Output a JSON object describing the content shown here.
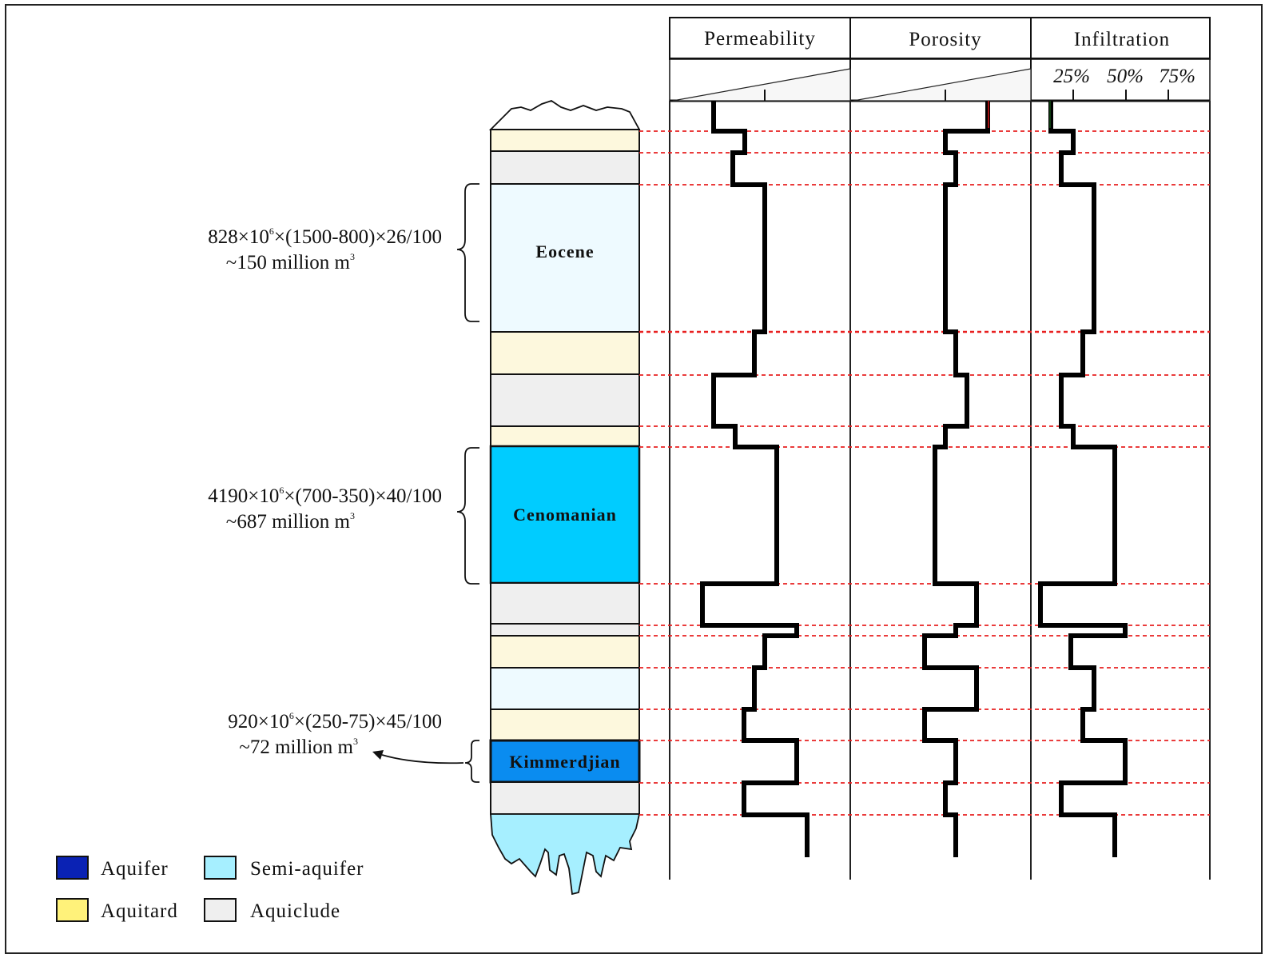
{
  "columns": [
    {
      "key": "permeability",
      "title": "Permeability"
    },
    {
      "key": "porosity",
      "title": "Porosity"
    },
    {
      "key": "infiltration",
      "title": "Infiltration"
    }
  ],
  "infiltration_ticks": [
    "25%",
    "50%",
    "75%"
  ],
  "units": [
    {
      "label": "Eocene",
      "type": "semi-aquifer-light"
    },
    {
      "label": "Cenomanian",
      "type": "semi-aquifer"
    },
    {
      "label": "Kimmerdjian",
      "type": "aquifer"
    }
  ],
  "annotations": [
    {
      "formula": {
        "a": "828",
        "x": "×10",
        "exp": "6",
        "b": "×(1500-800)×26/100"
      },
      "result": {
        "text": "~150 million m",
        "exp": "3"
      }
    },
    {
      "formula": {
        "a": "4190",
        "x": "×10",
        "exp": "6",
        "b": "×(700-350)×40/100"
      },
      "result": {
        "text": "~687 million m",
        "exp": "3"
      }
    },
    {
      "formula": {
        "a": "920",
        "x": "×10",
        "exp": "6",
        "b": "×(250-75)×45/100"
      },
      "result": {
        "text": "~72 million m",
        "exp": "3"
      }
    }
  ],
  "legend": [
    {
      "label": "Aquifer",
      "color": "#0a22b4"
    },
    {
      "label": "Semi-aquifer",
      "color": "#a6efff"
    },
    {
      "label": "Aquitard",
      "color": "#fff27a"
    },
    {
      "label": "Aquiclude",
      "color": "#efefef"
    }
  ],
  "colors": {
    "aquitard_layer": "#fdf8dd",
    "aquiclude_layer": "#efefef",
    "eocene_layer": "#eefaff",
    "cenomanian_layer": "#00ccff",
    "kimmerdjian_layer": "#0a8cf0",
    "bottom_aquifer": "#a6efff",
    "boundary_line": "#e82020"
  },
  "layer_sequence": [
    "aquitard",
    "aquiclude",
    "Eocene",
    "aquitard",
    "aquiclude",
    "aquitard",
    "Cenomanian",
    "aquiclude",
    "aquiclude",
    "aquitard",
    "semi-aquifer",
    "aquitard",
    "Kimmerdjian",
    "aquiclude"
  ]
}
